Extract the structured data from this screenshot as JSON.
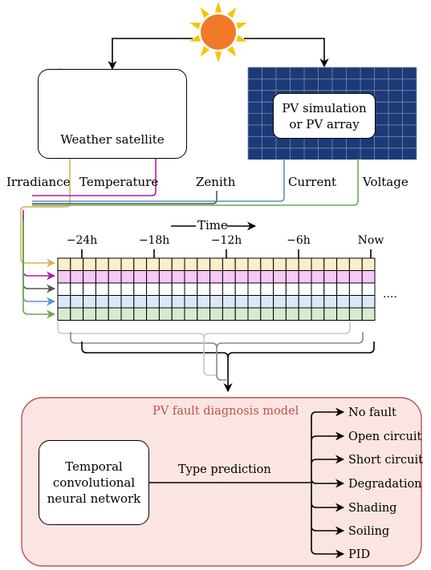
{
  "colors": {
    "sun": "#f07a2a",
    "sun_rays": "#f5c500",
    "irradiance": "#d7b350",
    "temperature": "#b01db0",
    "zenith": "#555555",
    "current": "#5f8fc9",
    "voltage": "#6aa84f",
    "row_fills": [
      "#fdeecb",
      "#f5c8f5",
      "#ffffff",
      "#dbe9f7",
      "#d6ecd2"
    ],
    "model_fill": "#fbe5e3",
    "model_border": "#c0504d",
    "model_title": "#c0504d",
    "pv_panel": "#1c3a78"
  },
  "satellite": {
    "label": "Weather satellite"
  },
  "pv": {
    "line1": "PV simulation",
    "line2": "or PV array"
  },
  "signals": {
    "irradiance": "Irradiance",
    "temperature": "Temperature",
    "zenith": "Zenith",
    "current": "Current",
    "voltage": "Voltage"
  },
  "time": {
    "label": "Time",
    "ticks": [
      "−24h",
      "−18h",
      "−12h",
      "−6h",
      "Now"
    ],
    "ellipsis": "...."
  },
  "model": {
    "title": "PV fault diagnosis model",
    "network_line1": "Temporal",
    "network_line2": "convolutional",
    "network_line3": "neural network",
    "prediction_label": "Type prediction",
    "outputs": [
      "No fault",
      "Open circuit",
      "Short circuit",
      "Degradation",
      "Shading",
      "Soiling",
      "PID"
    ]
  }
}
